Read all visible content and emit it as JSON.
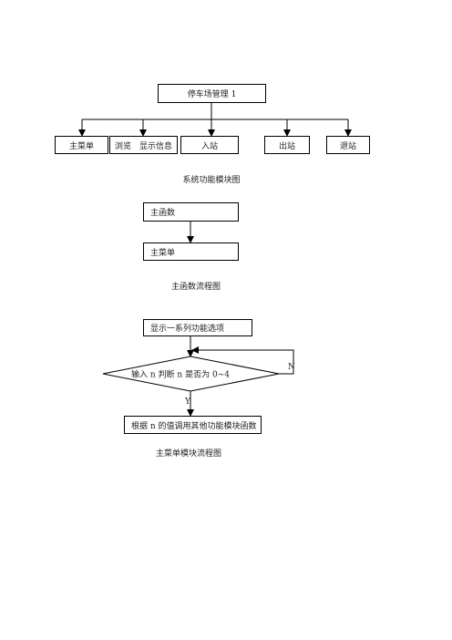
{
  "diagram1": {
    "root": "停车场管理 1",
    "children": [
      "主菜单",
      "浏览　显示信息",
      "入站",
      "出站",
      "退站"
    ],
    "caption": "系统功能模块图"
  },
  "diagram2": {
    "nodes": [
      "主函数",
      "主菜单"
    ],
    "caption": "主函数流程图"
  },
  "diagram3": {
    "start": "显示一系列功能选项",
    "decision": "输入 n 判断 n 是否为 0~4",
    "yes_label": "Y",
    "no_label": "N",
    "end": "根据 n 的值调用其他功能模块函数",
    "caption": "主菜单模块流程图"
  }
}
